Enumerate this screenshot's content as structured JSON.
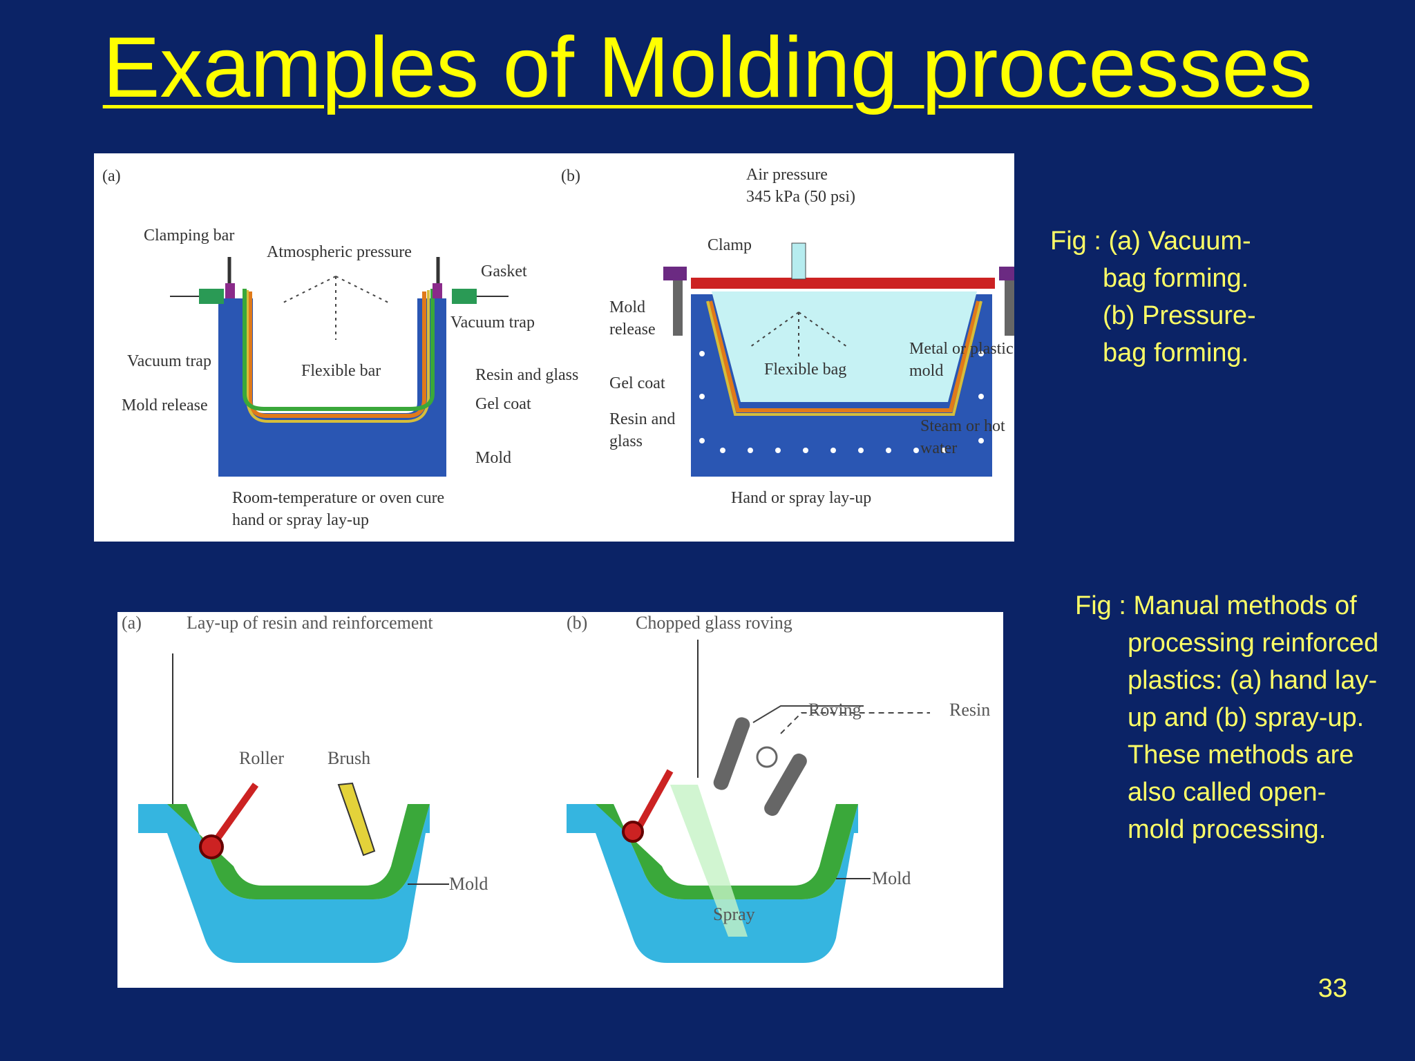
{
  "slide": {
    "title": "Examples of Molding processes",
    "page_number": "33"
  },
  "figure_top": {
    "caption_first": "Fig : (a) Vacuum-",
    "caption_rest": "bag forming.\n(b) Pressure-\nbag forming.",
    "a": {
      "tag": "(a)",
      "labels": {
        "clamping_bar": "Clamping bar",
        "atmospheric_pressure": "Atmospheric pressure",
        "gasket": "Gasket",
        "vacuum_trap_right": "Vacuum trap",
        "vacuum_trap_left": "Vacuum trap",
        "flexible_bar": "Flexible bar",
        "resin_and_glass": "Resin and glass",
        "gel_coat": "Gel coat",
        "mold_release": "Mold release",
        "mold": "Mold",
        "caption": "Room-temperature or oven cure\nhand or spray lay-up"
      }
    },
    "b": {
      "tag": "(b)",
      "labels": {
        "air_pressure": "Air pressure\n345 kPa (50 psi)",
        "clamp": "Clamp",
        "mold_release": "Mold\nrelease",
        "flexible_bag": "Flexible bag",
        "metal_or_plastic_mold": "Metal or plastic\nmold",
        "gel_coat": "Gel coat",
        "resin_and_glass": "Resin and\nglass",
        "steam_or_hot_water": "Steam or hot\nwater",
        "caption": "Hand or spray lay-up"
      }
    }
  },
  "figure_bottom": {
    "caption_first": "Fig : Manual methods of",
    "caption_rest": "processing reinforced\nplastics: (a) hand lay-\nup and (b) spray-up.\nThese methods are\nalso called open-\nmold processing.",
    "a": {
      "tag": "(a)",
      "heading": "Lay-up of resin and reinforcement",
      "roller": "Roller",
      "brush": "Brush",
      "mold": "Mold"
    },
    "b": {
      "tag": "(b)",
      "heading": "Chopped glass roving",
      "roving": "Roving",
      "resin": "Resin",
      "spray": "Spray",
      "mold": "Mold"
    }
  },
  "colors": {
    "background": "#0b2366",
    "title": "#ffff00",
    "caption": "#ffff66",
    "mold_blue": "#2a56b3",
    "mold_cyan": "#35b5e0",
    "layer_green": "#3aa83a",
    "clamp_purple": "#6b2a82",
    "bar_red": "#cc2222"
  }
}
